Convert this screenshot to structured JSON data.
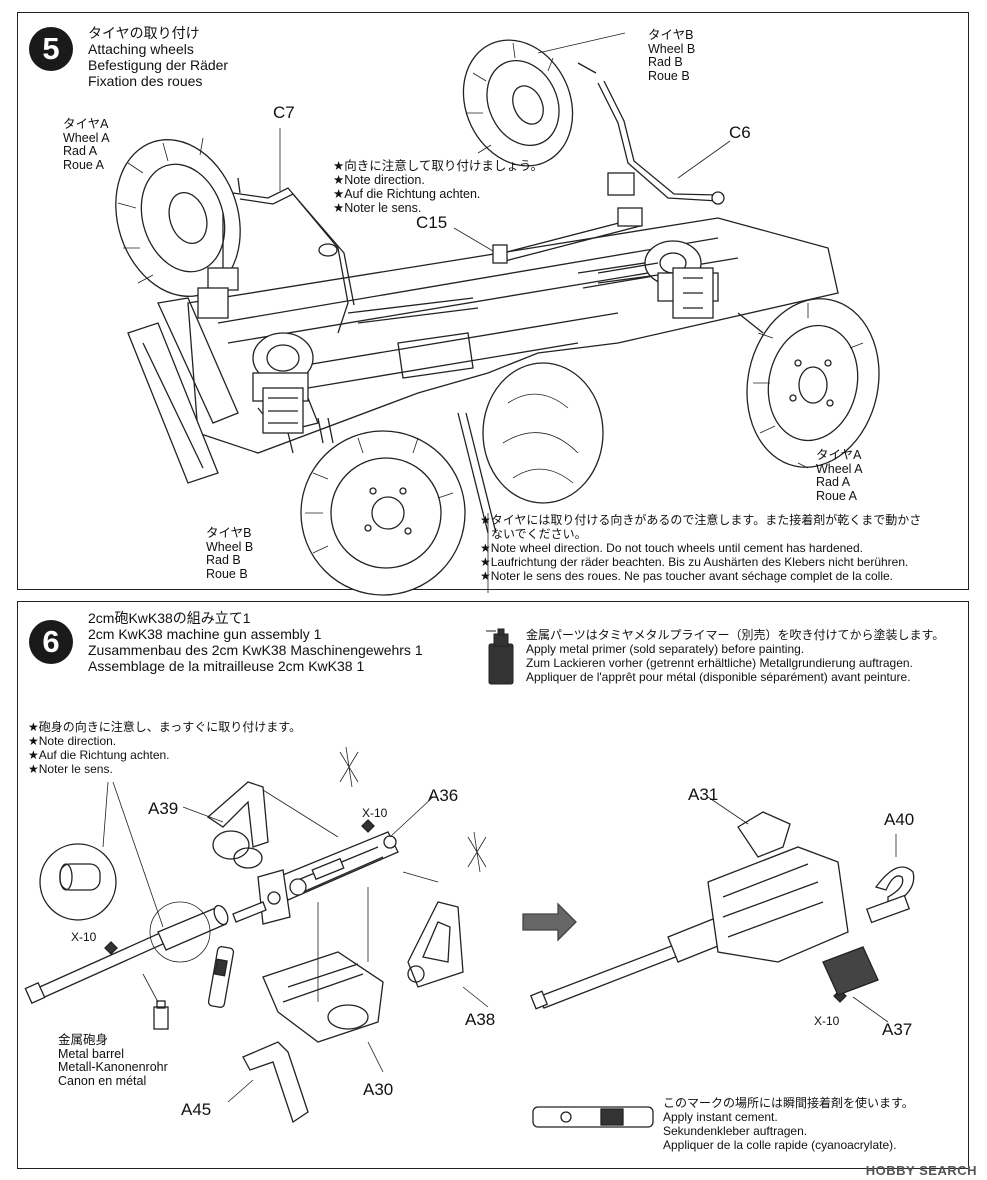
{
  "step5": {
    "number": "5",
    "title_jp": "タイヤの取り付け",
    "title_en": "Attaching wheels",
    "title_de": "Befestigung der Räder",
    "title_fr": "Fixation des roues",
    "wheel_a_top": {
      "jp": "タイヤA",
      "en": "Wheel A",
      "de": "Rad A",
      "fr": "Roue A"
    },
    "wheel_b_top": {
      "jp": "タイヤB",
      "en": "Wheel B",
      "de": "Rad B",
      "fr": "Roue B"
    },
    "wheel_a_bottom": {
      "jp": "タイヤA",
      "en": "Wheel A",
      "de": "Rad A",
      "fr": "Roue A"
    },
    "wheel_b_bottom": {
      "jp": "タイヤB",
      "en": "Wheel B",
      "de": "Rad B",
      "fr": "Roue B"
    },
    "parts": {
      "c7": "C7",
      "c6": "C6",
      "c15": "C15"
    },
    "direction_note": {
      "jp": "★向きに注意して取り付けましょう。",
      "en": "★Note direction.",
      "de": "★Auf die Richtung achten.",
      "fr": "★Noter le sens."
    },
    "wheel_note": {
      "jp1": "★タイヤには取り付ける向きがあるので注意します。また接着剤が乾くまで動かさ",
      "jp2": "ないでください。",
      "en": "★Note wheel direction. Do not touch wheels until cement has hardened.",
      "de": "★Laufrichtung der räder beachten. Bis zu Aushärten des Klebers nicht berühren.",
      "fr": "★Noter le sens des roues. Ne pas toucher avant séchage complet de la colle."
    }
  },
  "step6": {
    "number": "6",
    "title_jp": "2cm砲KwK38の組み立て1",
    "title_en": "2cm KwK38 machine gun assembly 1",
    "title_de": "Zusammenbau des 2cm KwK38 Maschinengewehrs 1",
    "title_fr": "Assemblage de la mitrailleuse 2cm KwK38 1",
    "primer_note": {
      "jp": "金属パーツはタミヤメタルプライマー（別売）を吹き付けてから塗装します。",
      "en": "Apply metal primer (sold separately) before painting.",
      "de": "Zum Lackieren vorher (getrennt erhältliche) Metallgrundierung auftragen.",
      "fr": "Appliquer de l'apprêt pour métal (disponible séparément) avant peinture."
    },
    "barrel_note": {
      "jp": "★砲身の向きに注意し、まっすぐに取り付けます。",
      "en": "★Note direction.",
      "de": "★Auf die Richtung achten.",
      "fr": "★Noter le sens."
    },
    "parts": {
      "a39": "A39",
      "a36": "A36",
      "a38": "A38",
      "a30": "A30",
      "a45": "A45",
      "a31": "A31",
      "a40": "A40",
      "a37": "A37",
      "x10_a": "X-10",
      "x10_b": "X-10",
      "x10_c": "X-10"
    },
    "metal_barrel": {
      "jp": "金属砲身",
      "en": "Metal barrel",
      "de": "Metall-Kanonenrohr",
      "fr": "Canon en métal"
    },
    "cement_note": {
      "jp": "このマークの場所には瞬間接着剤を使います。",
      "en": "Apply instant cement.",
      "de": "Sekundenkleber auftragen.",
      "fr": "Appliquer de la colle rapide (cyanoacrylate)."
    }
  },
  "watermark": "HOBBY SEARCH"
}
